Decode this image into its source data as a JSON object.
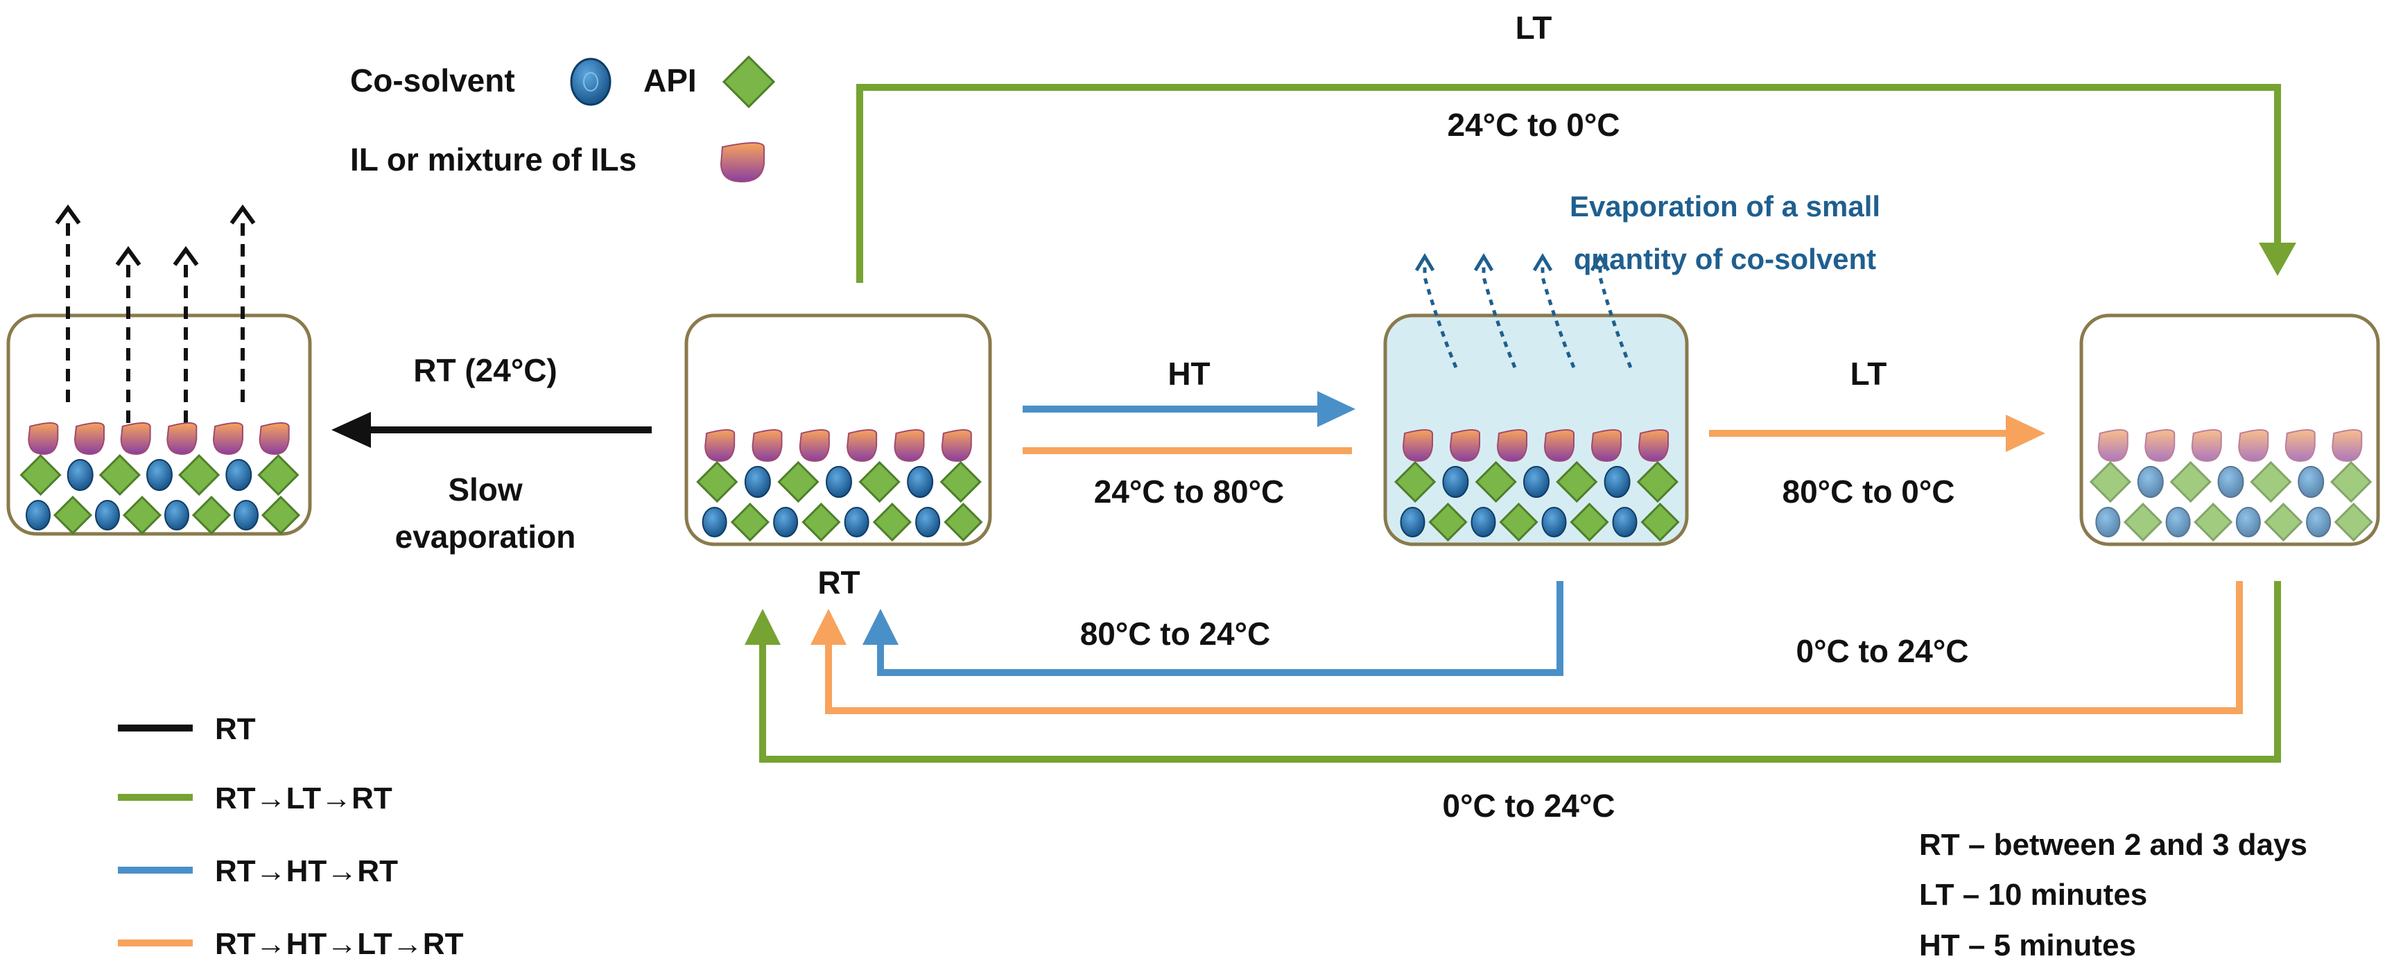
{
  "colors": {
    "black": "#111111",
    "green": "#76a332",
    "blue": "#4a90c8",
    "orange": "#f7a35c",
    "container_border": "#8a7a4c",
    "heated_fill": "#d6ecf3",
    "co_solvent": "#1e6aa6",
    "api": "#7ab648",
    "il": "#d56a8a",
    "note_blue": "#1f5f8f"
  },
  "legend_top": {
    "co_solvent": "Co-solvent",
    "api": "API",
    "il": "IL or mixture of ILs",
    "icons": [
      "co-solvent-circle",
      "api-diamond",
      "il-droplet"
    ]
  },
  "labels": {
    "lt_top": "LT",
    "green_top_range": "24°C to 0°C",
    "evap_line1": "Evaporation of a small",
    "evap_line2": "quantity of co-solvent",
    "rt_24": "RT (24°C)",
    "slow_line1": "Slow",
    "slow_line2": "evaporation",
    "ht": "HT",
    "ht_range": "24°C to 80°C",
    "lt": "LT",
    "lt_range": "80°C to 0°C",
    "rt": "RT",
    "blue_return": "80°C to 24°C",
    "orange_return": "0°C to 24°C",
    "green_return": "0°C to 24°C"
  },
  "legend_routes": [
    {
      "label": "RT",
      "color": "#111111"
    },
    {
      "label": "RT→LT→RT",
      "color": "#76a332"
    },
    {
      "label": "RT→HT→RT",
      "color": "#4a90c8"
    },
    {
      "label": "RT→HT→LT→RT",
      "color": "#f7a35c"
    }
  ],
  "durations": [
    "RT – between 2 and 3 days",
    "LT – 10 minutes",
    "HT – 5 minutes"
  ]
}
